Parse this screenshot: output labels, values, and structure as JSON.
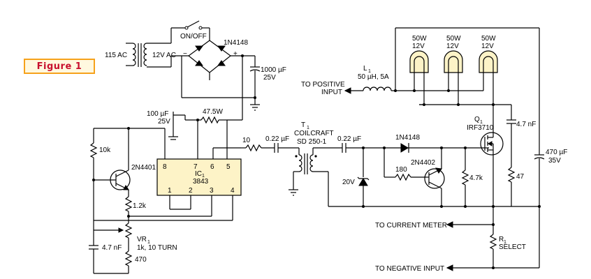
{
  "figure_label": "Figure 1",
  "colors": {
    "accent_border": "#f6a21b",
    "accent_text": "#c8102e",
    "ic_fill": "#fdf3c7",
    "lamp_fill": "#fdf3c7"
  },
  "labels": {
    "ac_in": "115 AC",
    "ac_out": "12V AC",
    "switch": "ON/OFF",
    "bridge": "1N4148",
    "cap1000": "1000 µF",
    "cap1000_v": "25V",
    "cap100": "100 µF",
    "cap100_v": "25V",
    "res475": "47.5W",
    "res10": "10",
    "r10k": "10k",
    "q2n4401": "2N4401",
    "r12k": "1.2k",
    "vr1": "VR",
    "vr1_sub": "1",
    "vr1_val": "1k, 10 TURN",
    "c47nf_left": "4.7 nF",
    "r470": "470",
    "ic_name": "IC",
    "ic_sub": "1",
    "ic_part": "3843",
    "ic_pins": [
      "8",
      "7",
      "6",
      "5",
      "1",
      "2",
      "3",
      "4"
    ],
    "c022_a": "0.22 µF",
    "c022_b": "0.22 µF",
    "t1": "T",
    "t1_sub": "1",
    "t1_maker": "COILCRAFT",
    "t1_part": "SD 250-1",
    "d1n4148": "1N4148",
    "q2n4402": "2N4402",
    "r180": "180",
    "z20v": "20V",
    "r47k": "4.7k",
    "q1": "Q",
    "q1_sub": "1",
    "q1_part": "IRF3710",
    "c47nf_right": "4.7 nF",
    "r47": "47",
    "c470": "470 µF",
    "c470_v": "35V",
    "l1": "L",
    "l1_sub": "1",
    "l1_val": "50 µH, 5A",
    "to_pos_1": "TO POSITIVE",
    "to_pos_2": "INPUT",
    "lamps": [
      {
        "w": "50W",
        "v": "12V"
      },
      {
        "w": "50W",
        "v": "12V"
      },
      {
        "w": "50W",
        "v": "12V"
      }
    ],
    "to_meter": "TO CURRENT METER",
    "r1": "R",
    "r1_sub": "1",
    "r1_val": "SELECT",
    "to_neg": "TO NEGATIVE INPUT"
  }
}
